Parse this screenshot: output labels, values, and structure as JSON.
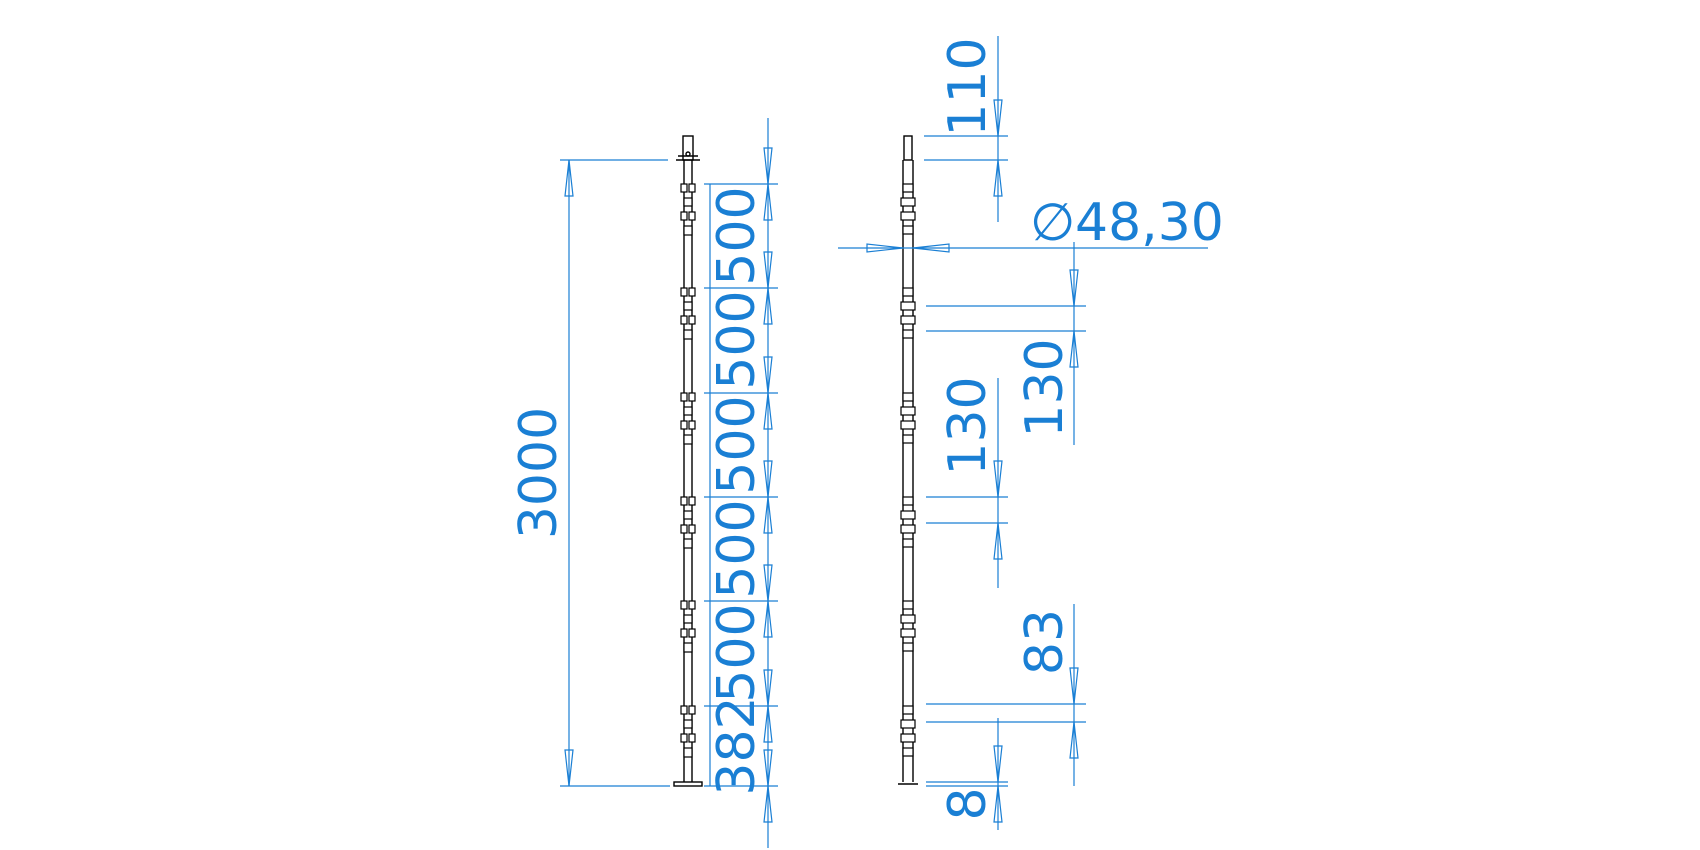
{
  "drawing": {
    "front_view": {
      "overall_height": "3000",
      "segments": [
        "500",
        "500",
        "500",
        "500",
        "500",
        "382"
      ]
    },
    "side_view": {
      "top_offset": "110",
      "diameter_symbol": "∅",
      "diameter_value": "48,30",
      "spacing_upper": "130",
      "spacing_middle": "130",
      "spacing_lower": "83",
      "base_offset": "8"
    },
    "colors": {
      "dimension": "#1a7fd4",
      "part": "#000000"
    }
  }
}
